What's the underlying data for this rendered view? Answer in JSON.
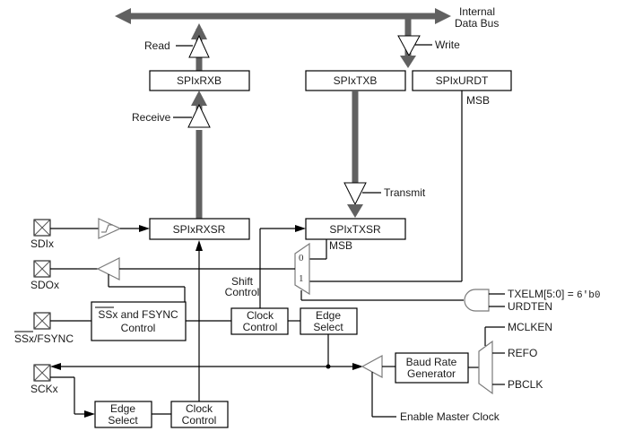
{
  "diagram": {
    "title": "SPI module block diagram",
    "bus": {
      "label_line1": "Internal",
      "label_line2": "Data Bus"
    },
    "registers": {
      "rxb": "SPIxRXB",
      "txb": "SPIxTXB",
      "urdt": "SPIxURDT",
      "rxsr": "SPIxRXSR",
      "txsr": "SPIxTXSR"
    },
    "buffer_labels": {
      "read": "Read",
      "write": "Write",
      "receive": "Receive",
      "transmit": "Transmit"
    },
    "msb_labels": {
      "urdt_msb": "MSB",
      "txsr_msb": "MSB"
    },
    "mux": {
      "input0": "0",
      "input1": "1"
    },
    "pins": {
      "sdi": "SDIx",
      "sdo": "SDOx",
      "ss": "SSx/FSYNC",
      "sck": "SCKx"
    },
    "blocks": {
      "ss_control_line1_over": "SSx",
      "ss_control_line1_rest": " and FSYNC",
      "ss_control_line2": "Control",
      "shift_control_line1": "Shift",
      "shift_control_line2": "Control",
      "clock_control_top_line1": "Clock",
      "clock_control_top_line2": "Control",
      "edge_select_top_line1": "Edge",
      "edge_select_top_line2": "Select",
      "baud_line1": "Baud Rate",
      "baud_line2": "Generator",
      "edge_select_bottom_line1": "Edge",
      "edge_select_bottom_line2": "Select",
      "clock_control_bottom_line1": "Clock",
      "clock_control_bottom_line2": "Control"
    },
    "and_gate_inputs": {
      "txelm": "TXELM[5:0] = ",
      "txelm_value": "6'b0",
      "urdten": "URDTEN"
    },
    "clock_sources": {
      "select": "MCLKEN",
      "refo": "REFO",
      "pbclk": "PBCLK"
    },
    "enable_master_clock": "Enable Master Clock",
    "colors": {
      "bus": "#616161",
      "line": "#000000",
      "buffer_outline": "#7a7a7a"
    }
  }
}
